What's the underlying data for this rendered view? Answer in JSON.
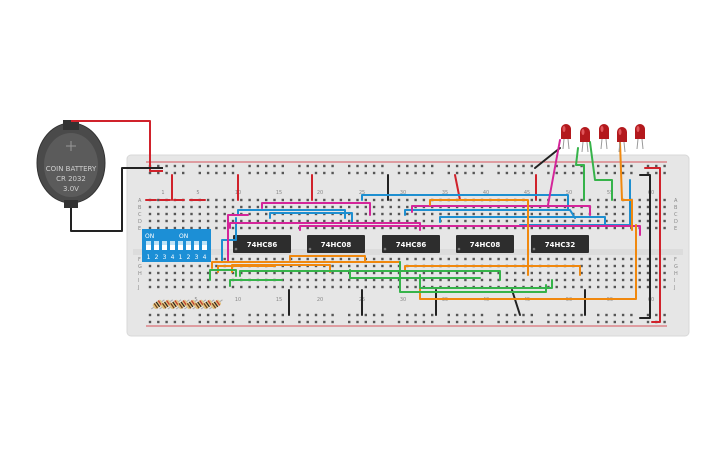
{
  "battery": {
    "line1": "COIN BATTERY",
    "line2": "CR 2032",
    "line3": "3.0V"
  },
  "dip_switch": {
    "on_label": "ON",
    "numbers": [
      "1",
      "2",
      "3",
      "4",
      "1",
      "2",
      "3",
      "4"
    ]
  },
  "chips": [
    {
      "label": "74HC86"
    },
    {
      "label": "74HC08"
    },
    {
      "label": "74HC86"
    },
    {
      "label": "74HC08"
    },
    {
      "label": "74HC32"
    }
  ],
  "breadboard": {
    "top_col_numbers": [
      "1",
      "5",
      "10",
      "15",
      "20",
      "25",
      "30",
      "35",
      "40",
      "45",
      "50",
      "55",
      "60"
    ],
    "bottom_col_numbers": [
      "5",
      "10",
      "15",
      "20",
      "25",
      "30",
      "35",
      "40",
      "45",
      "50",
      "55",
      "60"
    ],
    "row_letters_top": [
      "A",
      "B",
      "C",
      "D",
      "E"
    ],
    "row_letters_bottom": [
      "F",
      "G",
      "H",
      "I",
      "J"
    ]
  },
  "leds": {
    "count": 5,
    "color": "#b3191d"
  },
  "resistors": {
    "count": 8
  },
  "colors": {
    "board": "#e6e6e6",
    "wire_red": "#d0222b",
    "wire_black": "#222222",
    "wire_blue": "#1e8fd0",
    "wire_pink": "#d4259a",
    "wire_orange": "#f0880e",
    "wire_green": "#36b34a",
    "dip_blue": "#1c8fd6",
    "chip": "#2d2d2d"
  }
}
